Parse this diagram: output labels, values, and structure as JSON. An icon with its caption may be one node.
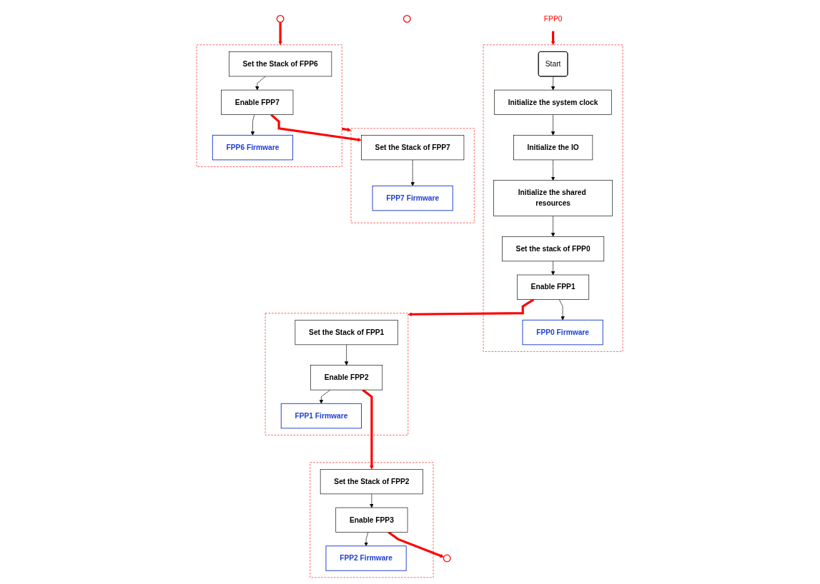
{
  "diagram": {
    "nodes": [
      {
        "text": [
          "FPP0"
        ]
      },
      {
        "text": [],
        "shape": "box"
      },
      {
        "text": [
          "Start"
        ],
        "in": 1
      },
      {
        "text": [
          "Initialize the system clock"
        ],
        "in": 1
      },
      {
        "text": [
          "Initialize the IO"
        ],
        "in": 1
      },
      {
        "text": [
          "Initialize the shared resources"
        ],
        "in": 1
      },
      {
        "text": [
          "Set the stack of FPP0"
        ],
        "in": 1
      },
      {
        "text": [
          "Enable FPP1"
        ],
        "in": 1
      },
      {
        "text": [
          "FPP0 Firmware"
        ],
        "in": 1
      },
      {
        "text": [],
        "shape": "box"
      },
      {
        "text": [
          "Set the Stack of FPP7"
        ],
        "in": 9
      },
      {
        "text": [
          "FPP7 Firmware"
        ],
        "in": 9
      },
      {
        "text": [],
        "shape": "box"
      },
      {
        "text": [
          "Set the Stack of FPP6"
        ],
        "in": 12
      },
      {
        "text": [
          "Enable FPP7"
        ],
        "in": 12
      },
      {
        "text": [
          "FPP6 Firmware"
        ],
        "in": 12
      },
      {
        "text": [],
        "shape": "box"
      },
      {
        "text": [
          "Set the Stack of FPP1"
        ],
        "in": 16
      },
      {
        "text": [
          "Enable FPP2"
        ],
        "in": 16
      },
      {
        "text": [
          "FPP1 Firmware"
        ],
        "in": 16
      },
      {
        "text": [],
        "shape": "box"
      },
      {
        "text": [
          "Set the Stack of FPP2"
        ],
        "in": 20
      },
      {
        "text": [
          "Enable FPP3"
        ],
        "in": 20
      },
      {
        "text": [
          "FPP2 Firmware"
        ],
        "in": 20
      },
      {
        "text": [],
        "shape": "circle"
      },
      {
        "text": [],
        "shape": "circle"
      },
      {
        "text": [],
        "shape": "circle"
      }
    ],
    "edges": [
      {
        "from": 2,
        "to": 3,
        "arrow": "to"
      },
      {
        "from": 3,
        "to": 4,
        "arrow": "to"
      },
      {
        "from": 4,
        "to": 5,
        "arrow": "to"
      },
      {
        "from": 5,
        "to": 6,
        "arrow": "to"
      },
      {
        "from": 6,
        "to": 7,
        "arrow": "to"
      },
      {
        "from": 7,
        "to": 8,
        "arrow": "to"
      },
      {
        "from": 0,
        "to": 1,
        "arrow": "to",
        "style": "thick",
        "color": "#ff0000"
      },
      {
        "from": 7,
        "to": 16,
        "arrow": "to",
        "style": "thick",
        "color": "#ff0000"
      },
      {
        "from": 17,
        "to": 18,
        "arrow": "to"
      },
      {
        "from": 18,
        "to": 19,
        "arrow": "to"
      },
      {
        "from": 18,
        "to": 21,
        "arrow": "to",
        "style": "thick",
        "color": "#ff0000"
      },
      {
        "from": 21,
        "to": 22,
        "arrow": "to"
      },
      {
        "from": 22,
        "to": 23,
        "arrow": "to"
      },
      {
        "from": 22,
        "to": 24,
        "arrow": "to",
        "style": "thick",
        "color": "#ff0000"
      },
      {
        "from": 26,
        "to": 12,
        "arrow": "to",
        "style": "thick",
        "color": "#ff0000"
      },
      {
        "from": 13,
        "to": 14,
        "arrow": "to"
      },
      {
        "from": 14,
        "to": 15,
        "arrow": "to"
      },
      {
        "from": 14,
        "to": 10,
        "arrow": "to",
        "style": "thick",
        "color": "#ff0000"
      },
      {
        "from": 12,
        "to": 9,
        "arrow": "to",
        "style": "thick",
        "color": "#ff0000"
      },
      {
        "from": 10,
        "to": 11,
        "arrow": "to"
      }
    ]
  }
}
